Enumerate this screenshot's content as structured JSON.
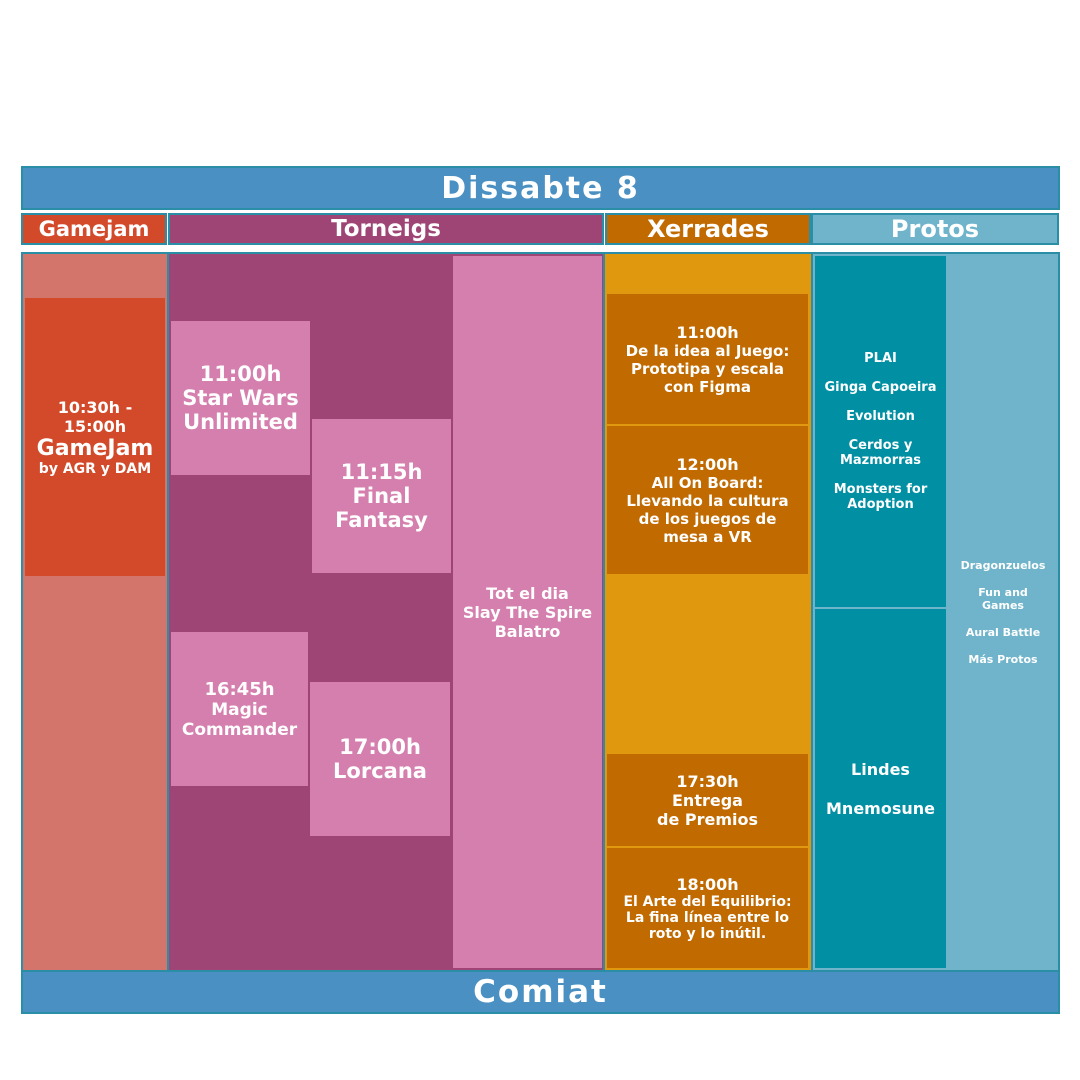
{
  "header": {
    "title": "Dissabte 8"
  },
  "footer": {
    "title": "Comiat"
  },
  "columns": {
    "gamejam": "Gamejam",
    "torneigs": "Torneigs",
    "xerrades": "Xerrades",
    "protos": "Protos"
  },
  "gamejam": {
    "time": "10:30h - 15:00h",
    "name": "GameJam",
    "by": "by AGR y DAM"
  },
  "torneigs": {
    "star_wars": {
      "time": "11:00h",
      "name": "Star Wars\nUnlimited"
    },
    "final_fantasy": {
      "time": "11:15h",
      "name": "Final\nFantasy"
    },
    "magic": {
      "time": "16:45h",
      "name": "Magic\nCommander"
    },
    "lorcana": {
      "time": "17:00h",
      "name": "Lorcana"
    },
    "all_day": {
      "time": "Tot el dia",
      "name": "Slay The Spire\nBalatro"
    }
  },
  "xerrades": [
    {
      "time": "11:00h",
      "title": "De la idea al Juego:\nPrototipa y escala\ncon Figma"
    },
    {
      "time": "12:00h",
      "title": "All On Board:\nLlevando la cultura\nde los juegos de\nmesa a VR"
    },
    {
      "time": "17:30h",
      "title": "Entrega\nde Premios"
    },
    {
      "time": "18:00h",
      "title": "El Arte del Equilibrio:\nLa fina línea entre lo\nroto y lo inútil."
    }
  ],
  "protos": {
    "morning": [
      "PLAI",
      "Ginga Capoeira",
      "Evolution",
      "Cerdos y\nMazmorras",
      "Monsters for\nAdoption"
    ],
    "afternoon": [
      "Lindes",
      "Mnemosune"
    ],
    "all_day": [
      "Dragonzuelos",
      "Fun and\nGames",
      "Aural Battle",
      "Más Protos"
    ]
  },
  "colors": {
    "header_bar": "#4a90c2",
    "gamejam_bg": "#d4756b",
    "gamejam_block": "#d24a2a",
    "torneigs_bg": "#9e4576",
    "torneigs_block": "#d47fae",
    "xerrades_bg": "#e0990e",
    "xerrades_block": "#c06a00",
    "protos_dark": "#008fa3",
    "protos_light": "#6fb4cb"
  }
}
